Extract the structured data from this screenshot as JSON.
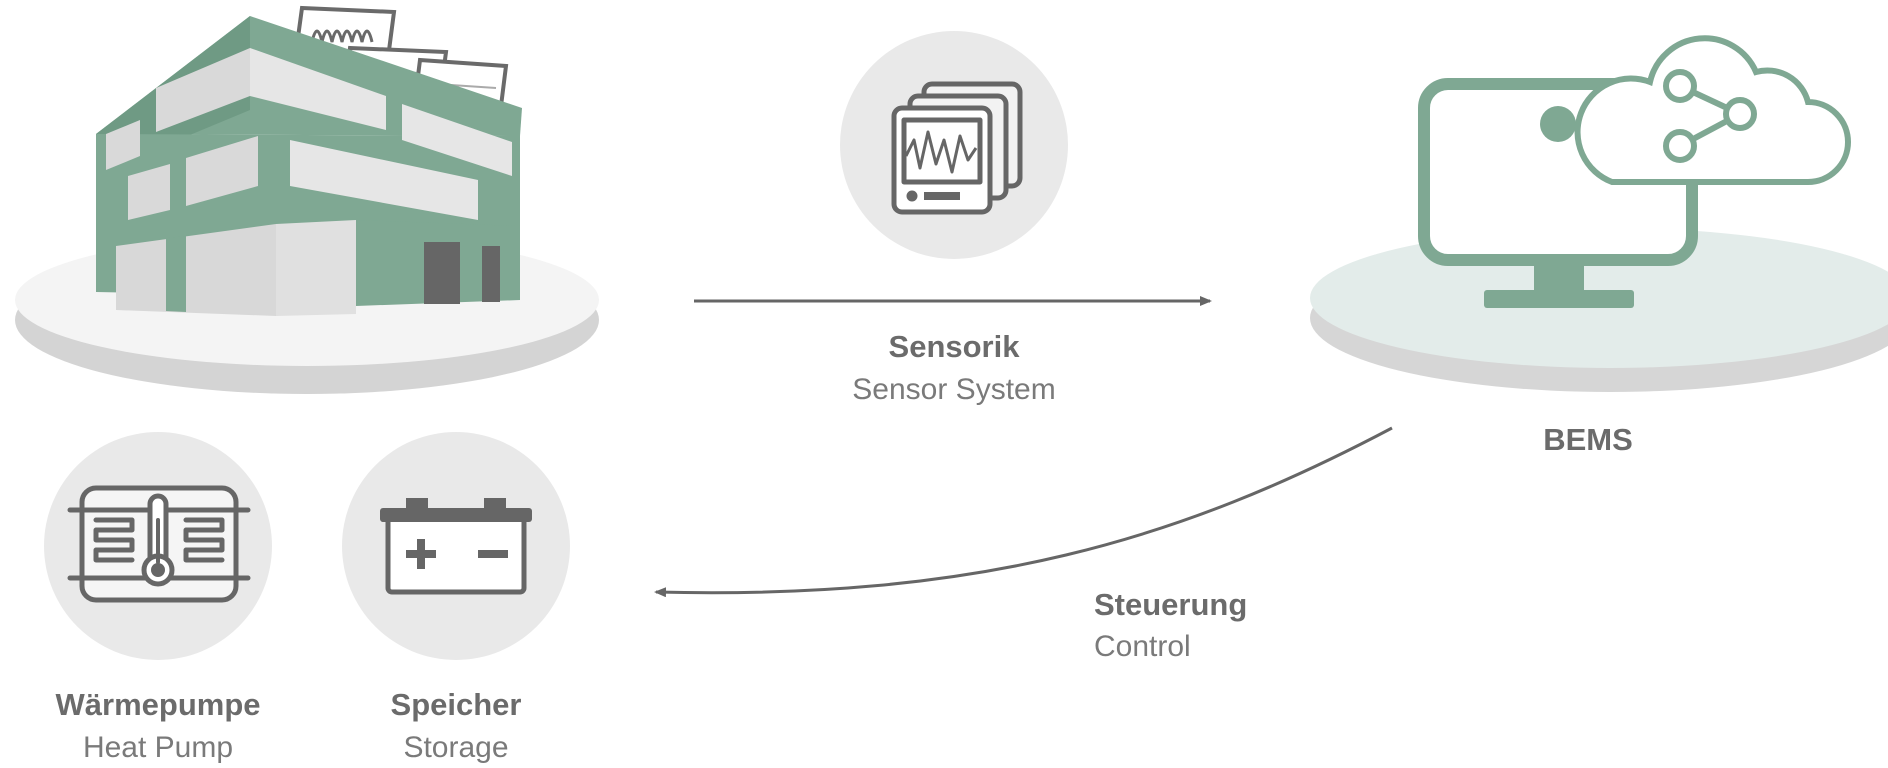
{
  "colors": {
    "accent_green": "#7fa893",
    "dark_green": "#5f8a76",
    "light_grey": "#e9e9e9",
    "mid_grey": "#cfcfcf",
    "dark_grey": "#666666",
    "bems_platform": "#e3ecea"
  },
  "sensor": {
    "title": "Sensorik",
    "subtitle": "Sensor System",
    "icon": "monitoring-device-icon"
  },
  "bems": {
    "title": "BEMS",
    "icon": "computer-cloud-icon"
  },
  "control": {
    "title": "Steuerung",
    "subtitle": "Control"
  },
  "heat_pump": {
    "title": "Wärmepumpe",
    "subtitle": "Heat Pump",
    "icon": "heat-pump-icon"
  },
  "storage": {
    "title": "Speicher",
    "subtitle": "Storage",
    "icon": "battery-icon"
  },
  "building": {
    "icon": "building-with-solar-panels-icon"
  }
}
